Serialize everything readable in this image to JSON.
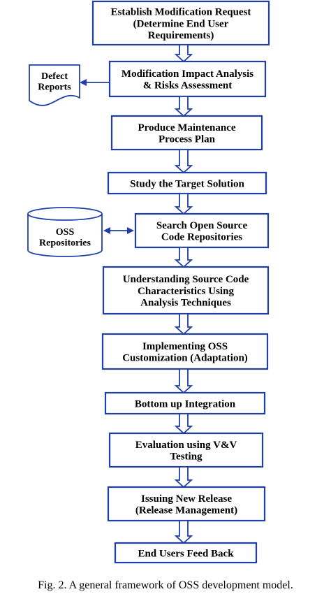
{
  "caption": "Fig. 2. A general framework of OSS development model.",
  "steps": [
    {
      "id": "establish",
      "lines": [
        "Establish Modification Request",
        "(Determine End User",
        "Requirements)"
      ]
    },
    {
      "id": "impact",
      "lines": [
        "Modification Impact Analysis",
        "& Risks Assessment"
      ]
    },
    {
      "id": "plan",
      "lines": [
        "Produce Maintenance",
        "Process Plan"
      ]
    },
    {
      "id": "study",
      "lines": [
        "Study the Target Solution"
      ]
    },
    {
      "id": "search",
      "lines": [
        "Search Open Source",
        "Code Repositories"
      ]
    },
    {
      "id": "understand",
      "lines": [
        "Understanding Source Code",
        "Characteristics Using",
        "Analysis Techniques"
      ]
    },
    {
      "id": "implement",
      "lines": [
        "Implementing OSS",
        "Customization (Adaptation)"
      ]
    },
    {
      "id": "integration",
      "lines": [
        "Bottom up Integration"
      ]
    },
    {
      "id": "evaluation",
      "lines": [
        "Evaluation using V&V",
        "Testing"
      ]
    },
    {
      "id": "release",
      "lines": [
        "Issuing New Release",
        "(Release Management)"
      ]
    },
    {
      "id": "feedback",
      "lines": [
        "End Users Feed Back"
      ]
    }
  ],
  "side_nodes": [
    {
      "id": "defect",
      "shape": "document",
      "lines": [
        "Defect",
        "Reports"
      ],
      "attached_to": "impact"
    },
    {
      "id": "oss",
      "shape": "database",
      "lines": [
        "OSS",
        "Repositories"
      ],
      "attached_to": "search"
    }
  ],
  "colors": {
    "box_border": "#1f3fa6",
    "arrow": "#1f3fa6",
    "text": "#000000"
  }
}
